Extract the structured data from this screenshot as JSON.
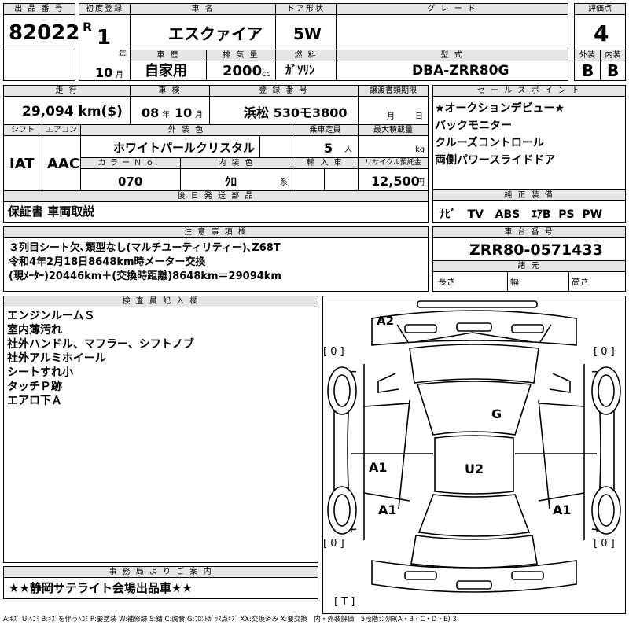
{
  "header": {
    "lot_label": "出 品 番 号",
    "lot_number": "82022",
    "first_reg_label": "初度登録",
    "era": "R",
    "year": "1",
    "year_unit": "年",
    "month": "10",
    "month_unit": "月",
    "car_name_label": "車 名",
    "car_name": "エスクァイア",
    "door_label": "ドア形状",
    "door": "5W",
    "grade_label": "グ レ ー ド",
    "grade": "",
    "score_label": "評価点",
    "score": "4",
    "history_label": "車 歴",
    "history": "自家用",
    "displacement_label": "排 気 量",
    "displacement": "2000",
    "displacement_unit": "cc",
    "fuel_label": "燃 料",
    "fuel": "ｶﾞｿﾘﾝ",
    "model_label": "型 式",
    "model": "DBA-ZRR80G",
    "exterior_label": "外装",
    "exterior": "B",
    "interior_label": "内装",
    "interior": "B"
  },
  "row2": {
    "mileage_label": "走 行",
    "mileage": "29,094 km($)",
    "inspection_label": "車 検",
    "insp_year": "08",
    "insp_year_unit": "年",
    "insp_month": "10",
    "insp_month_unit": "月",
    "plate_label": "登 録 番 号",
    "plate": "浜松 530モ3800",
    "transfer_label": "譲渡書類期限",
    "transfer_month_unit": "月",
    "transfer_day_unit": "日",
    "shift_label": "シフト",
    "shift": "IAT",
    "ac_label": "エアコン",
    "ac": "AAC",
    "color_label": "外 装 色",
    "color": "ホワイトパールクリスタル",
    "capacity_label": "乗車定員",
    "capacity": "5",
    "capacity_unit": "人",
    "load_label": "最大積載量",
    "load_unit": "kg",
    "color_no_label": "カ ラ ー Ｎ ｏ．",
    "color_no": "070",
    "int_color_label": "内 装 色",
    "int_color": "ｸﾛ",
    "int_color_unit": "系",
    "import_label": "輸 入 車",
    "recycle_label": "リサイクル預託金",
    "recycle": "12,500",
    "recycle_unit": "円",
    "later_label": "後 日 発 送 部 品",
    "later": "保証書 車両取説"
  },
  "sales": {
    "label": "セ ー ル ス ポ イ ン ト",
    "items": [
      "★オークションデビュー★",
      "バックモニター",
      "クルーズコントロール",
      "両側パワースライドドア"
    ]
  },
  "equipment": {
    "label": "純 正 装 備",
    "items": [
      "ﾅﾋﾞ",
      "TV",
      "ABS",
      "ｴｱB",
      "PS",
      "PW"
    ]
  },
  "notes": {
    "label": "注 意 事 項 欄",
    "lines": [
      "３列目シート欠､類型なし(マルチユーティリティー)､Z68T",
      "令和4年2月18日8648km時メーター交換",
      "(現ﾒｰﾀｰ)20446km＋(交換時距離)8648km＝29094km"
    ]
  },
  "chassis": {
    "label": "車 台 番 号",
    "number": "ZRR80-0571433",
    "dims_label": "諸 元",
    "length_label": "長さ",
    "width_label": "幅",
    "height_label": "高さ"
  },
  "inspector": {
    "label": "検 査 員 記 入 欄",
    "lines": [
      "エンジンルームＳ",
      "室内薄汚れ",
      "社外ハンドル、マフラー、シフトノブ",
      "社外アルミホイール",
      "シートすれ小",
      "タッチＰ跡",
      "エアロ下Ａ"
    ]
  },
  "diagram": {
    "marks": {
      "a2": "A2",
      "g": "G",
      "a1_left": "A1",
      "u2": "U2",
      "a1_lower_left": "A1",
      "a1_lower_right": "A1"
    },
    "tires": {
      "front_left": "[ 0 ]",
      "front_right": "[ 0 ]",
      "rear_left": "[ 0 ]",
      "rear_right": "[ 0 ]",
      "spare": "[ T ]"
    }
  },
  "office": {
    "label": "事 務 局 よ り ご 案 内",
    "text": "★★静岡サテライト会場出品車★★"
  },
  "legend": "A:ｷｽﾞ U:ﾍｺﾐ B:ｷｽﾞを伴うﾍｺﾐ P:要塗装 W:補修跡 S:錆 C:腐食 G:ﾌﾛﾝﾄｶﾞﾗｽ点ｷｽﾞ XX:交換済み X:要交換　内・外装評価　5段階ﾗﾝｸ順(A・B・C・D・E) 3"
}
